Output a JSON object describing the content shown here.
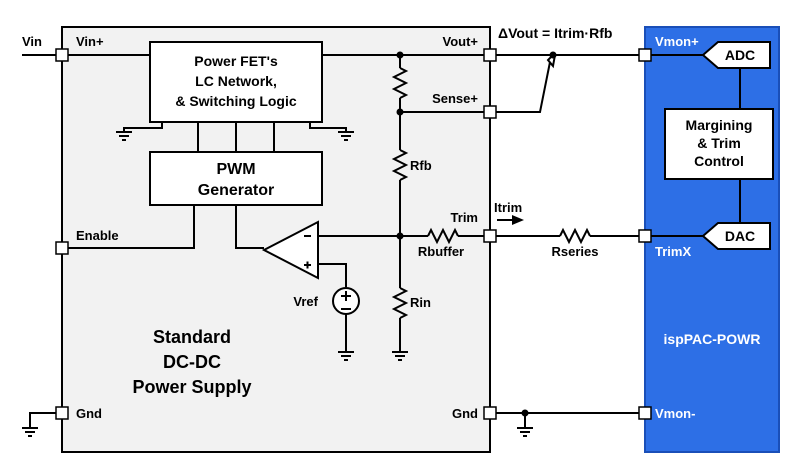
{
  "title": "ΔVout = Itrim·Rfb",
  "supply": {
    "lines": [
      "Standard",
      "DC-DC",
      "Power Supply"
    ],
    "pins": {
      "vin_plus": "Vin+",
      "enable": "Enable",
      "gnd_left": "Gnd",
      "vout_plus": "Vout+",
      "sense_plus": "Sense+",
      "trim": "Trim",
      "gnd_right": "Gnd"
    },
    "fet_block": [
      "Power FET's",
      "LC Network,",
      "& Switching Logic"
    ],
    "pwm_block": [
      "PWM",
      "Generator"
    ],
    "components": {
      "rfb": "Rfb",
      "rin": "Rin",
      "rbuffer": "Rbuffer",
      "vref": "Vref"
    }
  },
  "external": {
    "vin": "Vin",
    "itrim": "Itrim",
    "rseries": "Rseries"
  },
  "ispac": {
    "name": "ispPAC-POWR",
    "pins": {
      "vmon_plus": "Vmon+",
      "trimx": "TrimX",
      "vmon_minus": "Vmon-"
    },
    "adc": "ADC",
    "dac": "DAC",
    "control": [
      "Margining",
      "& Trim",
      "Control"
    ]
  },
  "colors": {
    "supply_fill": "#f2f2f2",
    "ispac_fill": "#2d6fe6",
    "ispac_border": "#1a4fb8"
  }
}
